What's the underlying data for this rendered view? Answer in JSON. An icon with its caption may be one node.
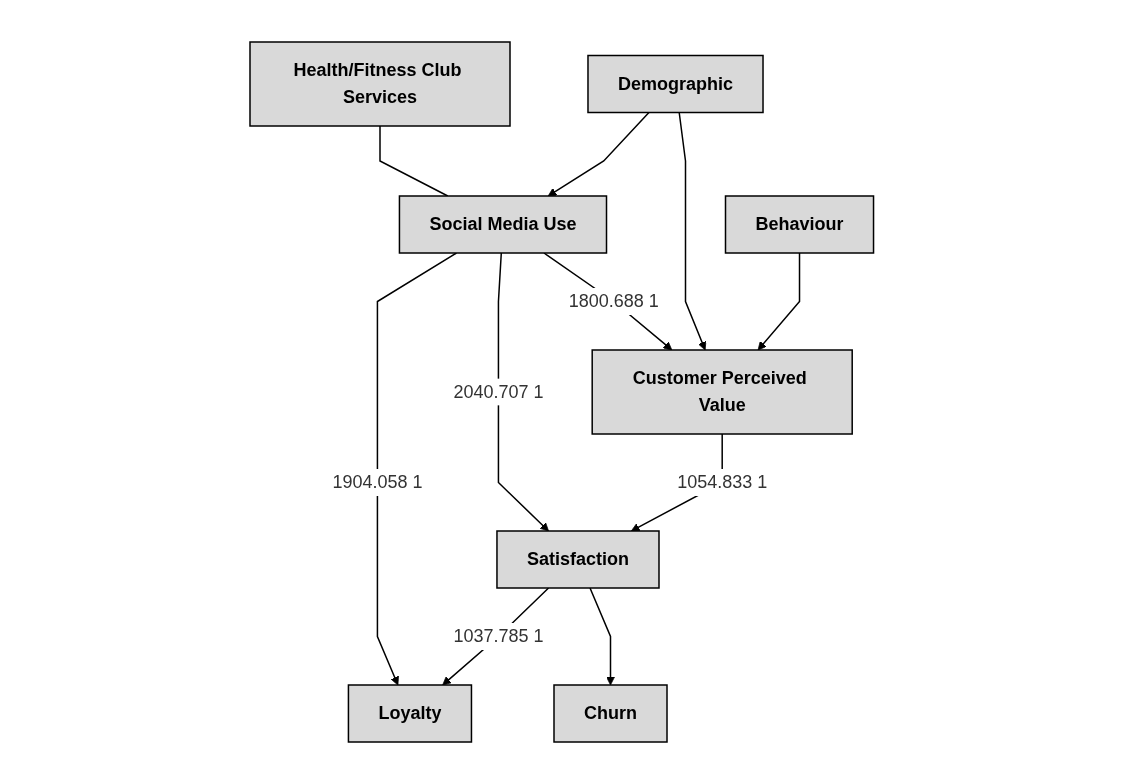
{
  "diagram": {
    "nodes": [
      {
        "text": [
          "Health/Fitness Club Services"
        ]
      },
      {
        "text": [
          "Social Media Use"
        ]
      },
      {
        "text": [
          "Customer Perceived Value"
        ]
      },
      {
        "text": [
          "Satisfaction"
        ]
      },
      {
        "text": [
          "Loyalty"
        ]
      },
      {
        "text": [
          "Churn"
        ]
      },
      {
        "text": [
          "Demographic"
        ]
      },
      {
        "text": [
          "Behaviour"
        ]
      }
    ],
    "edges": [
      {
        "from": 0,
        "to": 1,
        "arrow": "none"
      },
      {
        "from": 6,
        "to": 1,
        "arrow": "to"
      },
      {
        "from": 1,
        "to": 2,
        "arrow": "to",
        "label": "1800.688 1"
      },
      {
        "from": 1,
        "to": 3,
        "arrow": "to",
        "label": "2040.707 1"
      },
      {
        "from": 1,
        "to": 4,
        "arrow": "to",
        "label": "1904.058 1"
      },
      {
        "from": 2,
        "to": 3,
        "arrow": "to",
        "label": "1054.833 1"
      },
      {
        "from": 3,
        "to": 4,
        "arrow": "to",
        "label": "1037.785 1"
      },
      {
        "from": 3,
        "to": 5,
        "arrow": "to"
      },
      {
        "from": 6,
        "to": 2,
        "arrow": "to"
      },
      {
        "from": 7,
        "to": 2,
        "arrow": "to"
      }
    ]
  }
}
